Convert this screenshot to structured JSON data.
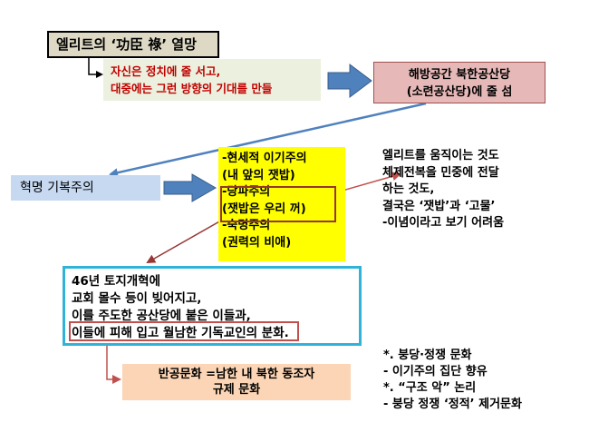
{
  "title": "엘리트의 ‘功臣 祿’ 열망",
  "red_box": {
    "line1": "자신은 정치에 줄 서고,",
    "line2": "대중에는 그런 방향의 기대를 만들"
  },
  "pink_box": {
    "line1": "해방공간 북한공산당",
    "line2": "(소련공산당)에 줄 섬"
  },
  "blue_box": "혁명 기복주의",
  "yellow_box": [
    "-현세적 이기주의",
    "(내 앞의 잿밥)",
    "-당파주의",
    "(잿밥은 우리 꺼)",
    "-숙명주의",
    "(권력의 비애)"
  ],
  "right_text": [
    "엘리트를 움직이는 것도",
    "체제전복을 민중에 전달",
    "하는 것도,",
    "결국은 ‘잿밥’과 ‘고물’",
    "-이념이라고 보기 어려움"
  ],
  "cyan_box": [
    "46년 토지개혁에",
    "교회 몰수 등이 빚어지고,",
    "이를 주도한 공산당에 붙은 이들과,",
    "이들에 피해 입고 월남한 기독교인의 분화."
  ],
  "bottom_box": {
    "line1": "반공문화 =남한 내 북한 동조자",
    "line2": "규제 문화"
  },
  "notes": [
    "*. 붕당·정쟁 문화",
    " - 이기주의 집단 향유",
    "*. “구조 악” 논리",
    "- 붕당 정쟁 ‘정적’ 제거문화"
  ],
  "colors": {
    "arrow_blue": "#4f81bd",
    "arrow_red": "#c0504d",
    "arrow_brown": "#953735",
    "cyan_border": "#31b3d9"
  }
}
